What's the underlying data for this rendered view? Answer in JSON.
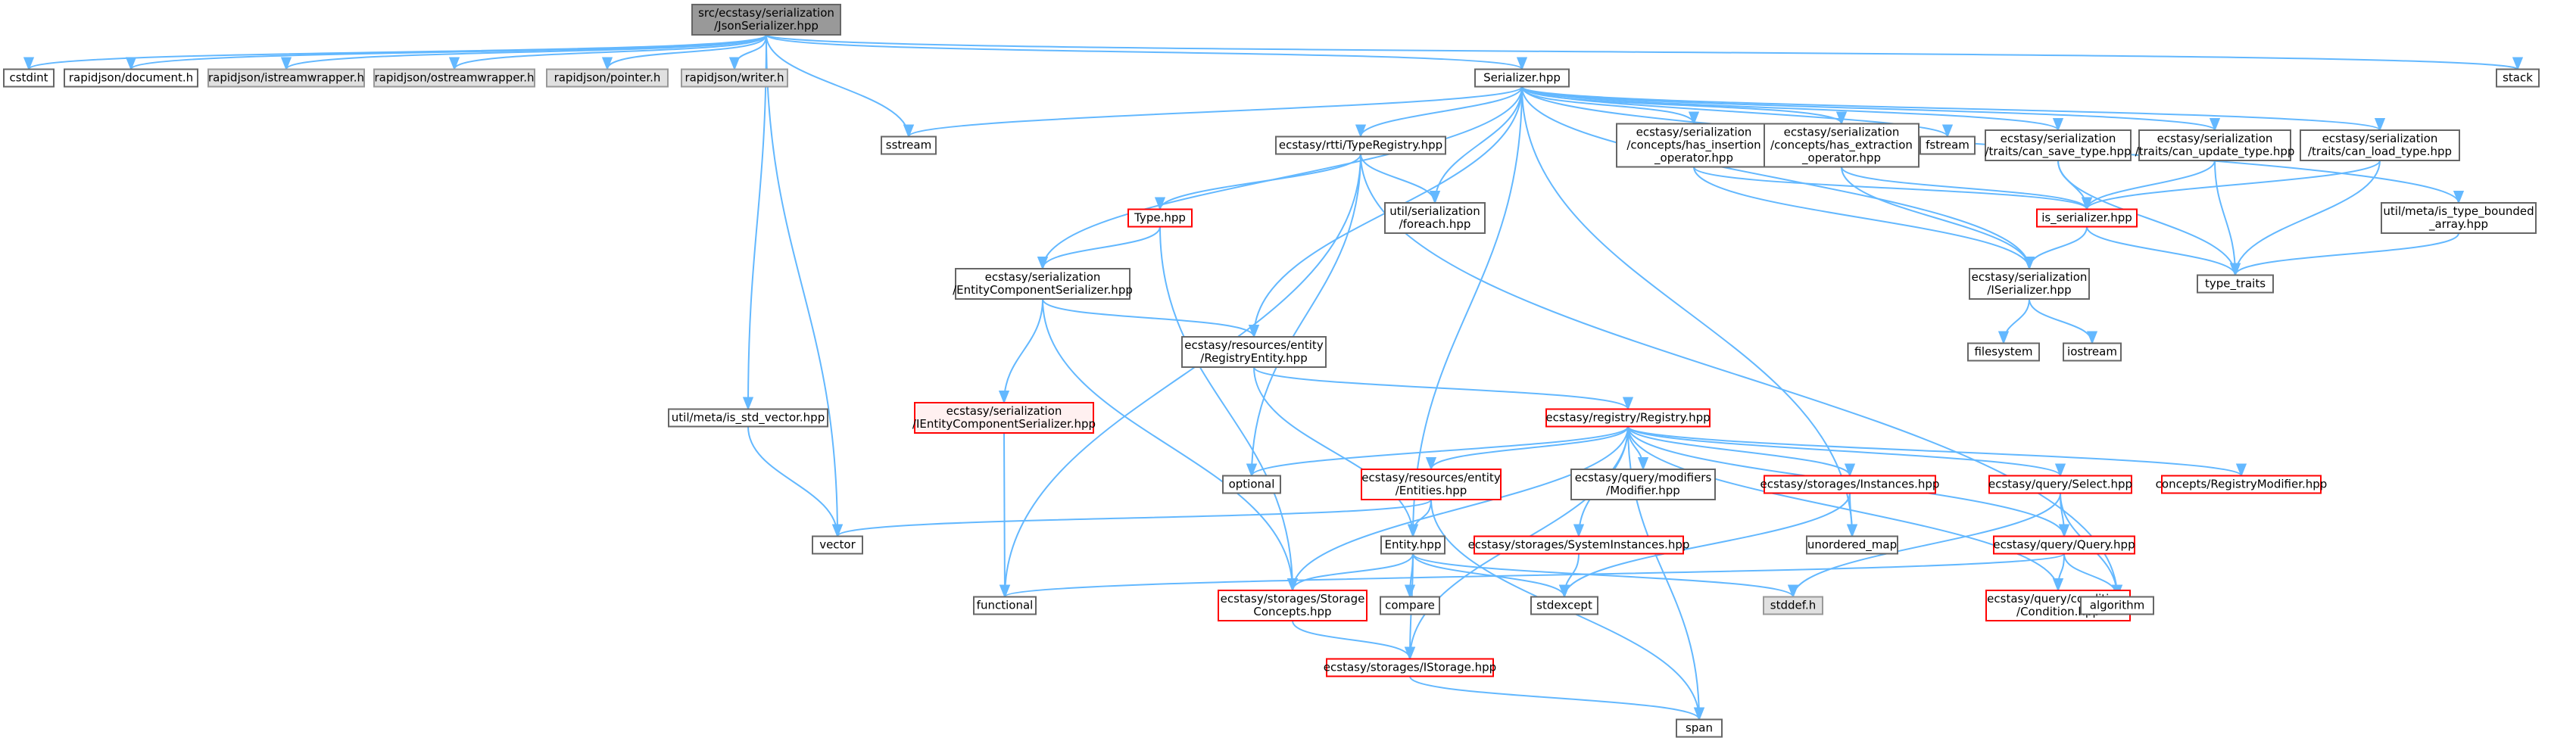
{
  "diagram": {
    "nodes": [
      {
        "id": "root",
        "lines": [
          "src/ecstasy/serialization",
          "/JsonSerializer.hpp"
        ],
        "style": "root"
      },
      {
        "id": "cstdint",
        "lines": [
          "cstdint"
        ],
        "style": "plain"
      },
      {
        "id": "rj_document",
        "lines": [
          "rapidjson/document.h"
        ],
        "style": "plain"
      },
      {
        "id": "rj_istream",
        "lines": [
          "rapidjson/istreamwrapper.h"
        ],
        "style": "gray"
      },
      {
        "id": "rj_ostream",
        "lines": [
          "rapidjson/ostreamwrapper.h"
        ],
        "style": "gray"
      },
      {
        "id": "rj_pointer",
        "lines": [
          "rapidjson/pointer.h"
        ],
        "style": "gray"
      },
      {
        "id": "rj_writer",
        "lines": [
          "rapidjson/writer.h"
        ],
        "style": "gray"
      },
      {
        "id": "stack",
        "lines": [
          "stack"
        ],
        "style": "plain"
      },
      {
        "id": "serializer",
        "lines": [
          "Serializer.hpp"
        ],
        "style": "plain"
      },
      {
        "id": "sstream",
        "lines": [
          "sstream"
        ],
        "style": "plain"
      },
      {
        "id": "type_registry",
        "lines": [
          "ecstasy/rtti/TypeRegistry.hpp"
        ],
        "style": "plain"
      },
      {
        "id": "has_insertion",
        "lines": [
          "ecstasy/serialization",
          "/concepts/has_insertion",
          "_operator.hpp"
        ],
        "style": "plain"
      },
      {
        "id": "has_extraction",
        "lines": [
          "ecstasy/serialization",
          "/concepts/has_extraction",
          "_operator.hpp"
        ],
        "style": "plain"
      },
      {
        "id": "fstream",
        "lines": [
          "fstream"
        ],
        "style": "plain"
      },
      {
        "id": "can_save",
        "lines": [
          "ecstasy/serialization",
          "/traits/can_save_type.hpp"
        ],
        "style": "plain"
      },
      {
        "id": "can_update",
        "lines": [
          "ecstasy/serialization",
          "/traits/can_update_type.hpp"
        ],
        "style": "plain"
      },
      {
        "id": "can_load",
        "lines": [
          "ecstasy/serialization",
          "/traits/can_load_type.hpp"
        ],
        "style": "plain"
      },
      {
        "id": "type_hpp",
        "lines": [
          "Type.hpp"
        ],
        "style": "red"
      },
      {
        "id": "foreach",
        "lines": [
          "util/serialization",
          "/foreach.hpp"
        ],
        "style": "plain"
      },
      {
        "id": "is_serializer",
        "lines": [
          "is_serializer.hpp"
        ],
        "style": "red"
      },
      {
        "id": "is_bounded",
        "lines": [
          "util/meta/is_type_bounded",
          "_array.hpp"
        ],
        "style": "plain"
      },
      {
        "id": "type_traits",
        "lines": [
          "type_traits"
        ],
        "style": "plain"
      },
      {
        "id": "entity_comp_ser",
        "lines": [
          "ecstasy/serialization",
          "/EntityComponentSerializer.hpp"
        ],
        "style": "plain"
      },
      {
        "id": "iserializer",
        "lines": [
          "ecstasy/serialization",
          "/ISerializer.hpp"
        ],
        "style": "plain"
      },
      {
        "id": "filesystem",
        "lines": [
          "filesystem"
        ],
        "style": "plain"
      },
      {
        "id": "iostream",
        "lines": [
          "iostream"
        ],
        "style": "plain"
      },
      {
        "id": "registry_entity",
        "lines": [
          "ecstasy/resources/entity",
          "/RegistryEntity.hpp"
        ],
        "style": "plain"
      },
      {
        "id": "is_std_vector",
        "lines": [
          "util/meta/is_std_vector.hpp"
        ],
        "style": "plain"
      },
      {
        "id": "ientity_comp_ser",
        "lines": [
          "ecstasy/serialization",
          "/IEntityComponentSerializer.hpp"
        ],
        "style": "redfill"
      },
      {
        "id": "registry",
        "lines": [
          "ecstasy/registry/Registry.hpp"
        ],
        "style": "red"
      },
      {
        "id": "optional",
        "lines": [
          "optional"
        ],
        "style": "plain"
      },
      {
        "id": "entities",
        "lines": [
          "ecstasy/resources/entity",
          "/Entities.hpp"
        ],
        "style": "red"
      },
      {
        "id": "modifier",
        "lines": [
          "ecstasy/query/modifiers",
          "/Modifier.hpp"
        ],
        "style": "plain"
      },
      {
        "id": "instances",
        "lines": [
          "ecstasy/storages/Instances.hpp"
        ],
        "style": "red"
      },
      {
        "id": "select",
        "lines": [
          "ecstasy/query/Select.hpp"
        ],
        "style": "red"
      },
      {
        "id": "reg_modifier",
        "lines": [
          "concepts/RegistryModifier.hpp"
        ],
        "style": "red"
      },
      {
        "id": "vector",
        "lines": [
          "vector"
        ],
        "style": "plain"
      },
      {
        "id": "entity_hpp",
        "lines": [
          "Entity.hpp"
        ],
        "style": "plain"
      },
      {
        "id": "sys_instances",
        "lines": [
          "ecstasy/storages/SystemInstances.hpp"
        ],
        "style": "red"
      },
      {
        "id": "unordered_map",
        "lines": [
          "unordered_map"
        ],
        "style": "plain"
      },
      {
        "id": "query",
        "lines": [
          "ecstasy/query/Query.hpp"
        ],
        "style": "red"
      },
      {
        "id": "functional",
        "lines": [
          "functional"
        ],
        "style": "plain"
      },
      {
        "id": "storage_concepts",
        "lines": [
          "ecstasy/storages/Storage",
          "Concepts.hpp"
        ],
        "style": "red"
      },
      {
        "id": "compare",
        "lines": [
          "compare"
        ],
        "style": "plain"
      },
      {
        "id": "stdexcept",
        "lines": [
          "stdexcept"
        ],
        "style": "plain"
      },
      {
        "id": "stddef",
        "lines": [
          "stddef.h"
        ],
        "style": "gray"
      },
      {
        "id": "condition",
        "lines": [
          "ecstasy/query/conditions",
          "/Condition.hpp"
        ],
        "style": "red"
      },
      {
        "id": "algorithm",
        "lines": [
          "algorithm"
        ],
        "style": "plain"
      },
      {
        "id": "istorage",
        "lines": [
          "ecstasy/storages/IStorage.hpp"
        ],
        "style": "red"
      },
      {
        "id": "span",
        "lines": [
          "span"
        ],
        "style": "plain"
      }
    ],
    "edges": [
      [
        "root",
        "cstdint"
      ],
      [
        "root",
        "rj_document"
      ],
      [
        "root",
        "rj_istream"
      ],
      [
        "root",
        "rj_ostream"
      ],
      [
        "root",
        "rj_pointer"
      ],
      [
        "root",
        "rj_writer"
      ],
      [
        "root",
        "stack"
      ],
      [
        "root",
        "serializer"
      ],
      [
        "root",
        "sstream"
      ],
      [
        "root",
        "is_std_vector"
      ],
      [
        "root",
        "vector"
      ],
      [
        "serializer",
        "sstream"
      ],
      [
        "serializer",
        "type_registry"
      ],
      [
        "serializer",
        "foreach"
      ],
      [
        "serializer",
        "entity_comp_ser"
      ],
      [
        "serializer",
        "registry_entity"
      ],
      [
        "serializer",
        "has_insertion"
      ],
      [
        "serializer",
        "has_extraction"
      ],
      [
        "serializer",
        "fstream"
      ],
      [
        "serializer",
        "can_save"
      ],
      [
        "serializer",
        "can_update"
      ],
      [
        "serializer",
        "can_load"
      ],
      [
        "serializer",
        "is_bounded"
      ],
      [
        "serializer",
        "iserializer"
      ],
      [
        "serializer",
        "unordered_map"
      ],
      [
        "serializer",
        "entity_hpp"
      ],
      [
        "type_registry",
        "type_hpp"
      ],
      [
        "type_registry",
        "foreach"
      ],
      [
        "type_registry",
        "optional"
      ],
      [
        "type_registry",
        "functional"
      ],
      [
        "type_registry",
        "algorithm"
      ],
      [
        "has_insertion",
        "is_serializer"
      ],
      [
        "has_insertion",
        "iserializer"
      ],
      [
        "has_extraction",
        "is_serializer"
      ],
      [
        "has_extraction",
        "iserializer"
      ],
      [
        "can_save",
        "is_serializer"
      ],
      [
        "can_save",
        "type_traits"
      ],
      [
        "can_update",
        "is_serializer"
      ],
      [
        "can_update",
        "type_traits"
      ],
      [
        "can_load",
        "is_serializer"
      ],
      [
        "can_load",
        "type_traits"
      ],
      [
        "is_bounded",
        "type_traits"
      ],
      [
        "is_serializer",
        "iserializer"
      ],
      [
        "is_serializer",
        "type_traits"
      ],
      [
        "type_hpp",
        "entity_comp_ser"
      ],
      [
        "type_hpp",
        "storage_concepts"
      ],
      [
        "iserializer",
        "filesystem"
      ],
      [
        "iserializer",
        "iostream"
      ],
      [
        "entity_comp_ser",
        "ientity_comp_ser"
      ],
      [
        "entity_comp_ser",
        "registry_entity"
      ],
      [
        "entity_comp_ser",
        "storage_concepts"
      ],
      [
        "ientity_comp_ser",
        "functional"
      ],
      [
        "registry_entity",
        "registry"
      ],
      [
        "registry_entity",
        "entity_hpp"
      ],
      [
        "is_std_vector",
        "vector"
      ],
      [
        "registry",
        "optional"
      ],
      [
        "registry",
        "entities"
      ],
      [
        "registry",
        "modifier"
      ],
      [
        "registry",
        "instances"
      ],
      [
        "registry",
        "select"
      ],
      [
        "registry",
        "reg_modifier"
      ],
      [
        "registry",
        "sys_instances"
      ],
      [
        "registry",
        "query"
      ],
      [
        "registry",
        "storage_concepts"
      ],
      [
        "registry",
        "istorage"
      ],
      [
        "registry",
        "condition"
      ],
      [
        "registry",
        "span"
      ],
      [
        "entities",
        "vector"
      ],
      [
        "entities",
        "entity_hpp"
      ],
      [
        "entities",
        "span"
      ],
      [
        "instances",
        "unordered_map"
      ],
      [
        "instances",
        "stdexcept"
      ],
      [
        "select",
        "query"
      ],
      [
        "select",
        "algorithm"
      ],
      [
        "select",
        "stddef"
      ],
      [
        "entity_hpp",
        "storage_concepts"
      ],
      [
        "entity_hpp",
        "compare"
      ],
      [
        "entity_hpp",
        "stdexcept"
      ],
      [
        "entity_hpp",
        "stddef"
      ],
      [
        "entity_hpp",
        "istorage"
      ],
      [
        "sys_instances",
        "stdexcept"
      ],
      [
        "query",
        "functional"
      ],
      [
        "query",
        "condition"
      ],
      [
        "query",
        "algorithm"
      ],
      [
        "storage_concepts",
        "istorage"
      ],
      [
        "istorage",
        "span"
      ]
    ]
  }
}
